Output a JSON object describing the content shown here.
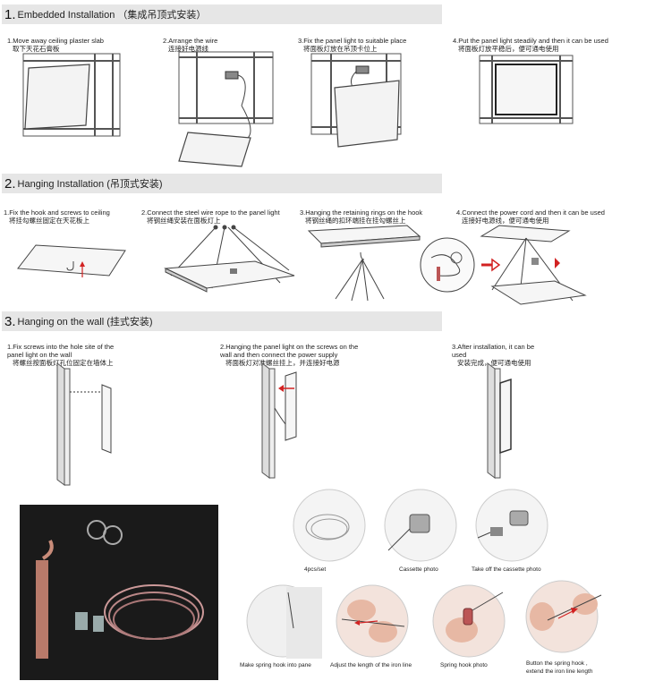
{
  "sections": [
    {
      "number": "1.",
      "title": "Embedded Installation （集成吊顶式安装）",
      "steps": [
        {
          "en": "1.Move away ceiling plaster slab",
          "zh": "取下天花石膏板"
        },
        {
          "en": "2.Arrange the wire",
          "zh": "连接好电源线"
        },
        {
          "en": "3.Fix the panel light to suitable place",
          "zh": "将面板灯放在吊顶卡位上"
        },
        {
          "en": "4.Put the panel light steadily and then it can be used",
          "zh": "将面板灯放平稳后，便可通电使用"
        }
      ]
    },
    {
      "number": "2.",
      "title": "Hanging Installation (吊顶式安装)",
      "steps": [
        {
          "en": "1.Fix the hook and screws to ceiling",
          "zh": "将挂勾螺丝固定在天花板上"
        },
        {
          "en": "2.Connect the steel wire rope to the panel light",
          "zh": "将钢丝绳安装在面板灯上"
        },
        {
          "en": "3.Hanging the retaining rings on the hook",
          "zh": "将钢丝绳的扣环端挂在挂勾螺丝上"
        },
        {
          "en": "4.Connect the power cord and then it can be used",
          "zh": "连接好电源线，便可通电使用"
        }
      ]
    },
    {
      "number": "3.",
      "title": "Hanging on the wall (挂式安装)",
      "steps": [
        {
          "en": "1.Fix screws into the hole site of the\npanel light on the wall",
          "zh": "将螺丝按面板灯孔位固定在墙体上"
        },
        {
          "en": "2.Hanging the panel light on the screws on the\nwall and then connect the power supply",
          "zh": "将面板灯对准螺丝挂上，并连接好电源"
        },
        {
          "en": "3.After installation, it can be\nused",
          "zh": "安装完成，便可通电使用"
        }
      ]
    }
  ],
  "photos": {
    "captions": [
      "4pcs/set",
      "Cassette photo",
      "Take off the cassette photo",
      "Make spring hook into pane",
      "Adjust the length of the iron line",
      "Spring hook photo",
      "Button the spring hook ,\nextend the iron line length"
    ]
  },
  "colors": {
    "header_bg": "#e6e6e6",
    "arrow_red": "#d22222"
  }
}
